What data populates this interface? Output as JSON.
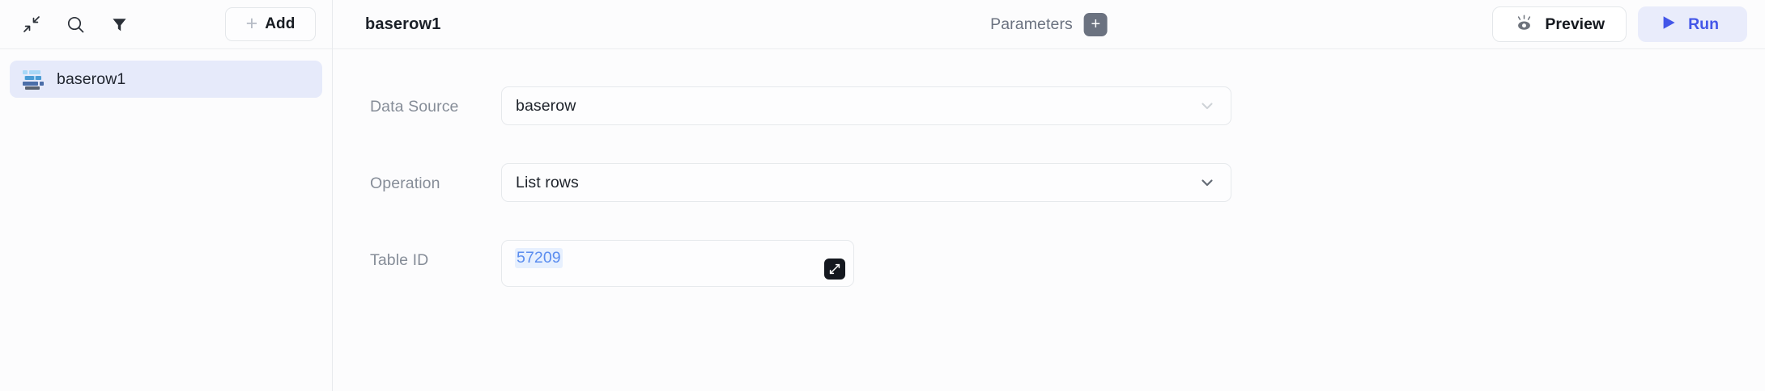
{
  "sidebar": {
    "toolbar": {
      "collapse_icon": "collapse-arrows-icon",
      "search_icon": "search-icon",
      "filter_icon": "filter-funnel-icon",
      "add_plus": "+",
      "add_label": "Add"
    },
    "items": [
      {
        "label": "baserow1",
        "icon": "baserow-logo-icon",
        "selected": true
      }
    ]
  },
  "header": {
    "title": "baserow1",
    "parameters_label": "Parameters",
    "parameters_add_glyph": "+",
    "preview_label": "Preview",
    "preview_icon": "eye-icon",
    "run_label": "Run",
    "run_icon": "play-triangle-icon"
  },
  "form": {
    "fields": [
      {
        "label": "Data Source",
        "value": "baserow",
        "type": "select",
        "chevron": "chevron-down-icon"
      },
      {
        "label": "Operation",
        "value": "List rows",
        "type": "select",
        "chevron": "chevron-down-icon"
      },
      {
        "label": "Table ID",
        "value": "57209",
        "type": "text",
        "expand_icon": "expand-diagonal-icon"
      }
    ]
  },
  "colors": {
    "accent_blue": "#4356e8",
    "run_bg": "#e9ecfb",
    "selected_item_bg": "#e6eafa",
    "token_text": "#5b8def",
    "token_bg": "#e7f0fe",
    "label_gray": "#868d98",
    "border": "#e6e9ec"
  }
}
